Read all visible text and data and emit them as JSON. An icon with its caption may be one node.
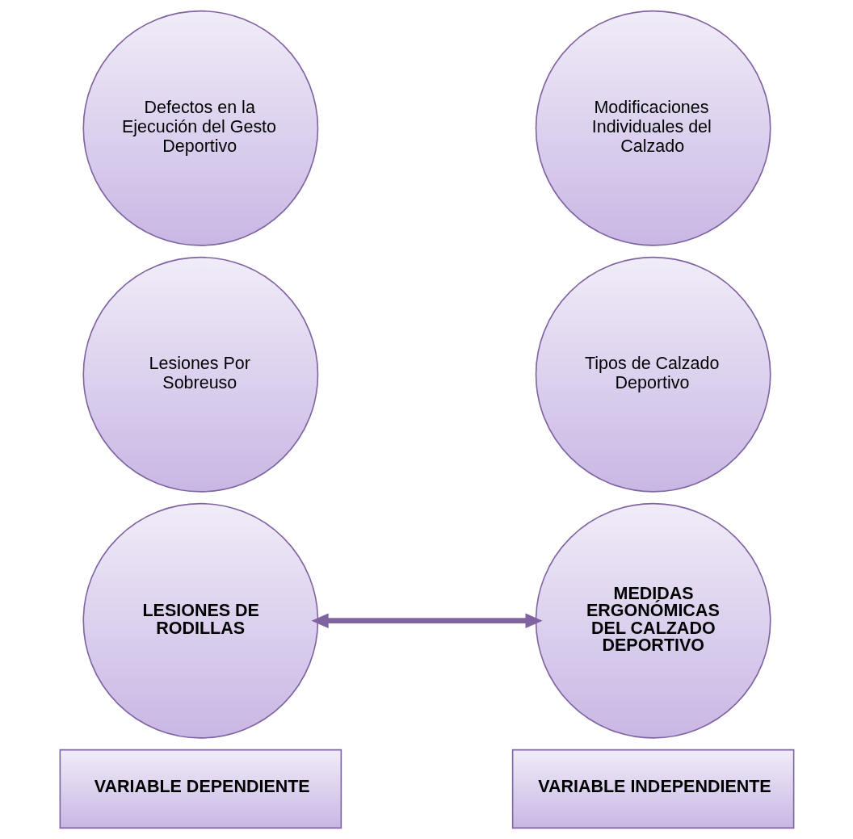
{
  "diagram": {
    "nodes": [
      {
        "text": [
          "Defectos en la Ejecución del Gesto Deportivo"
        ]
      },
      {
        "text": [
          "Lesiones Por Sobreuso"
        ]
      },
      {
        "text": [
          "LESIONES DE RODILLAS"
        ]
      },
      {
        "text": [
          "Modificaciones Individuales del Calzado"
        ]
      },
      {
        "text": [
          "Tipos de Calzado Deportivo"
        ]
      },
      {
        "text": [
          "MEDIDAS ERGONÓMICAS DEL CALZADO DEPORTIVO"
        ]
      },
      {
        "text": [
          "VARIABLE DEPENDIENTE"
        ]
      },
      {
        "text": [
          "VARIABLE INDEPENDIENTE"
        ]
      }
    ],
    "edges": [
      {
        "from": 2,
        "to": 5,
        "arrow": "both"
      }
    ]
  }
}
